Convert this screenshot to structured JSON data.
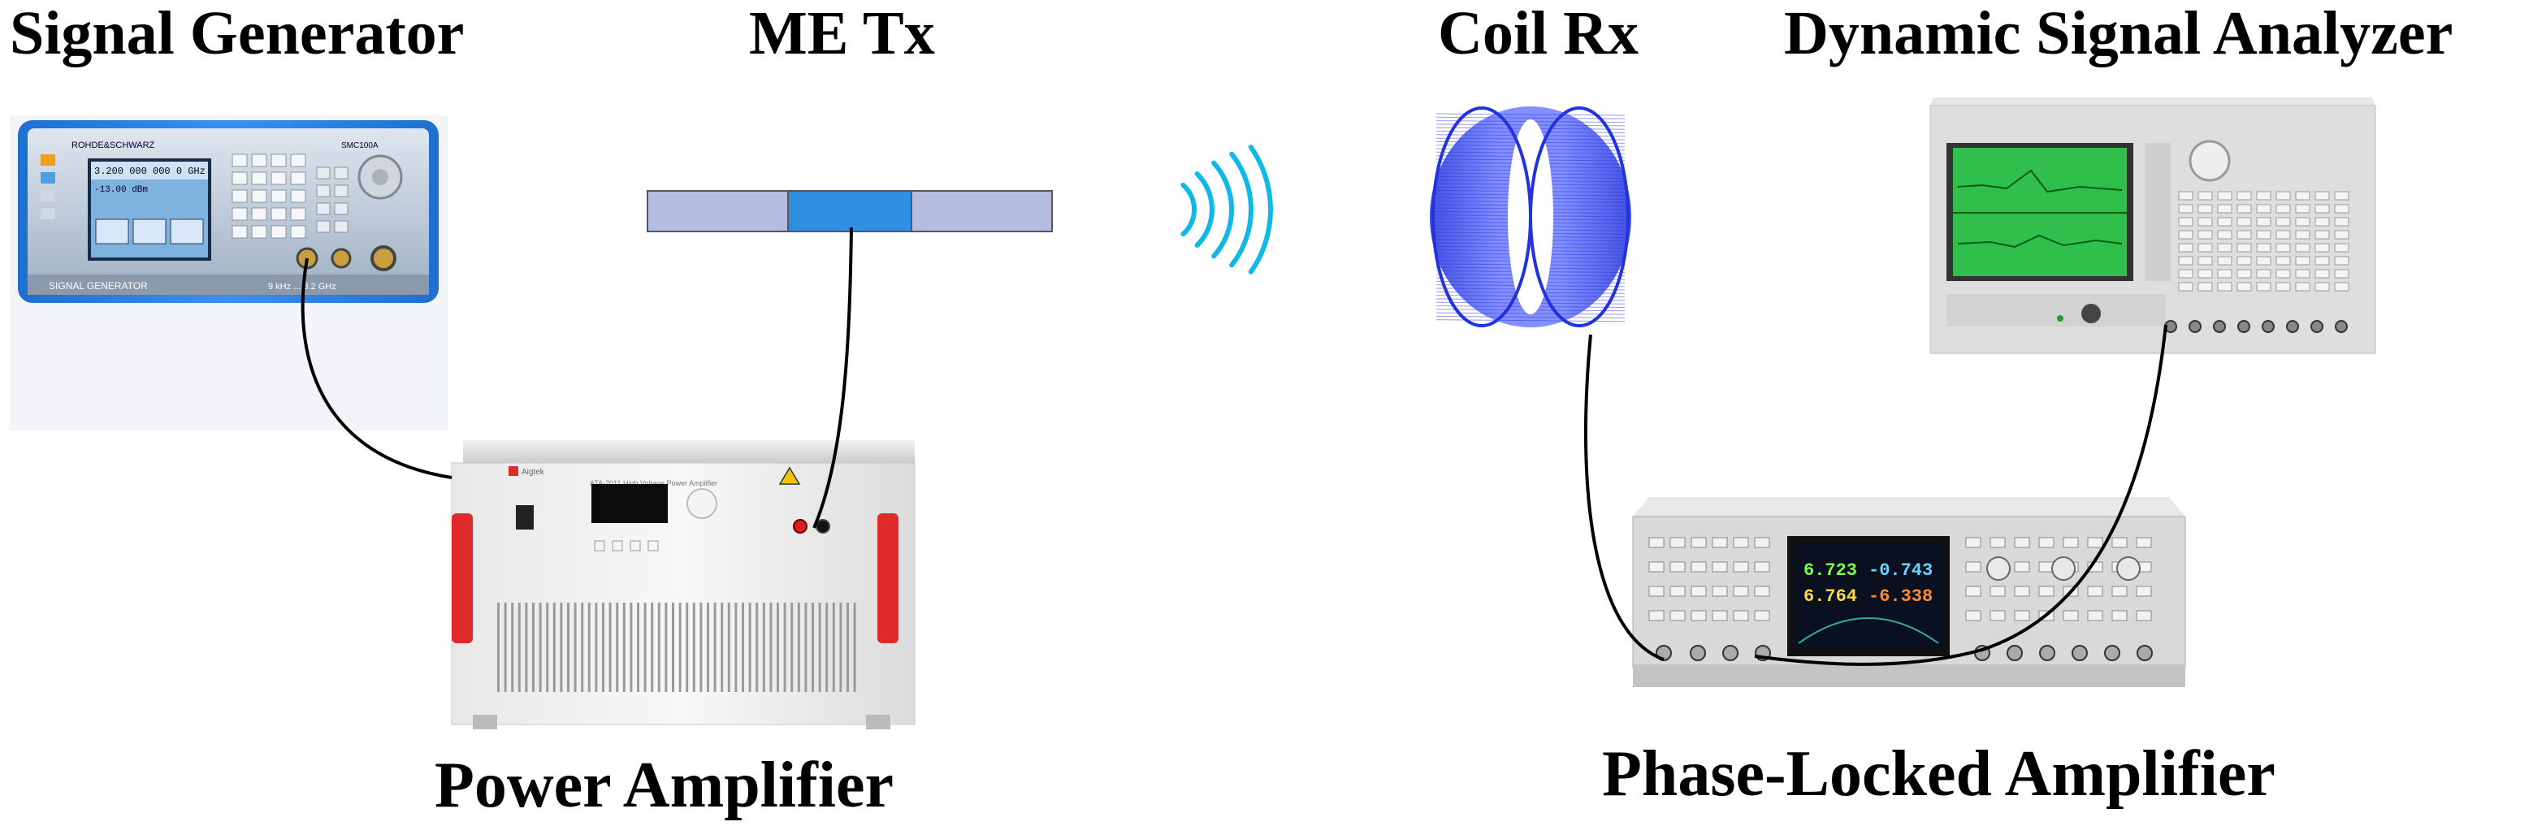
{
  "labels": {
    "signal_generator": "Signal Generator",
    "me_tx": "ME Tx",
    "coil_rx": "Coil Rx",
    "dynamic_signal_analyzer": "Dynamic Signal Analyzer",
    "power_amplifier": "Power Amplifier",
    "phase_locked_amplifier": "Phase-Locked Amplifier"
  },
  "signal_generator": {
    "brand": "ROHDE&SCHWARZ",
    "model": "SMC100A",
    "frequency_readout": "3.200 000 000 0 GHz",
    "level_readout": "-13.00 dBm",
    "footer_name": "SIGNAL GENERATOR",
    "footer_range": "9 kHz ... 3.2 GHz"
  },
  "power_amplifier": {
    "brand": "Aigtek",
    "model_text": "ATA-2011 High Voltage Power Amplifier"
  },
  "lock_in": {
    "readings": [
      {
        "value": "6.723",
        "color": "#7CFF4A"
      },
      {
        "value": "-0.743",
        "color": "#6ad6ff"
      },
      {
        "value": "6.764",
        "color": "#ffd84a"
      },
      {
        "value": "-6.338",
        "color": "#ff8a3a"
      }
    ]
  },
  "colors": {
    "wave": "#10b8e8",
    "coil": "#3344ee",
    "me_center": "#2f8fe0",
    "me_side": "#b4bde0",
    "handle": "#e02a2a",
    "analyzer_screen": "#2fbf4a"
  }
}
